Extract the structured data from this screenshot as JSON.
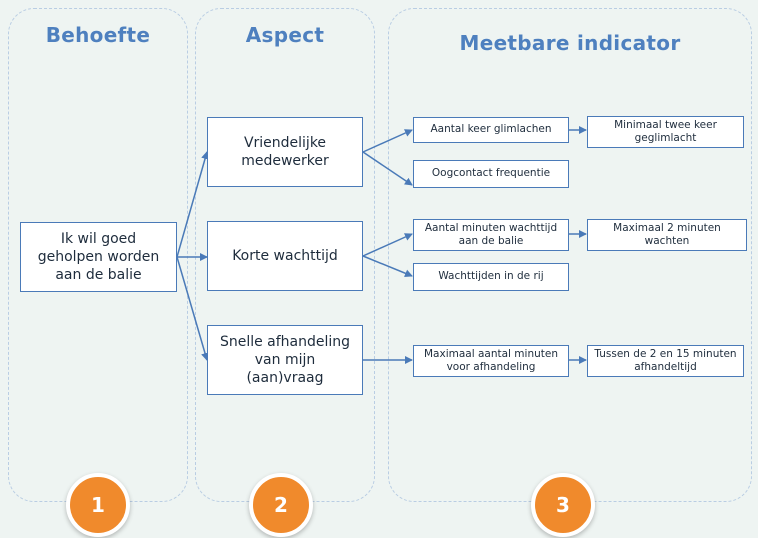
{
  "columns": {
    "needs_title": "Behoefte",
    "aspect_title": "Aspect",
    "indicator_title": "Meetbare indicator"
  },
  "need": "Ik wil goed geholpen worden aan de balie",
  "aspects": [
    "Vriendelijke medewerker",
    "Korte wachttijd",
    "Snelle afhandeling van mijn (aan)vraag"
  ],
  "indicators": [
    "Aantal keer glimlachen",
    "Oogcontact frequentie",
    "Aantal minuten wachttijd aan de balie",
    "Wachttijden in de rij",
    "Maximaal aantal minuten voor afhandeling"
  ],
  "targets": [
    "Minimaal twee keer geglimlacht",
    "Maximaal 2 minuten wachten",
    "Tussen de 2 en 15 minuten afhandeltijd"
  ],
  "badges": [
    "1",
    "2",
    "3"
  ],
  "colors": {
    "accent": "#4e80bf",
    "box_border": "#4a7ab8",
    "badge": "#f08a2c",
    "background": "#eef4f2"
  }
}
